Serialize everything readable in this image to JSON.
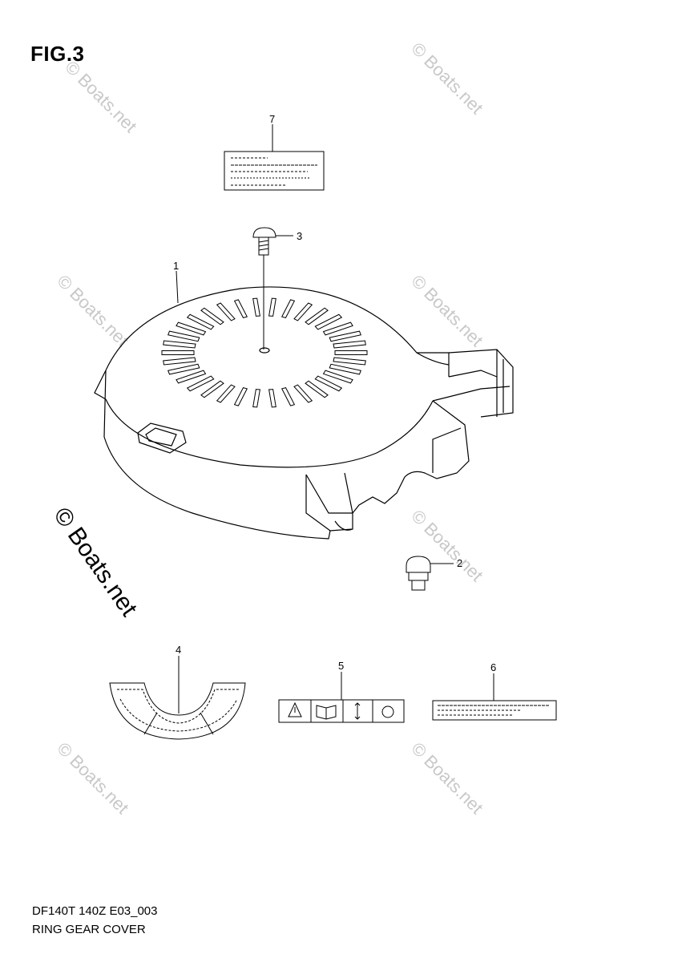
{
  "figure": {
    "title": "FIG.3",
    "code": "DF140T 140Z E03_003",
    "name": "RING GEAR COVER"
  },
  "callouts": [
    "1",
    "2",
    "3",
    "4",
    "5",
    "6",
    "7"
  ],
  "watermark": {
    "text": "© Boats.net"
  },
  "colors": {
    "line": "#000000",
    "watermark": "#c8c8c8",
    "background": "#ffffff"
  }
}
